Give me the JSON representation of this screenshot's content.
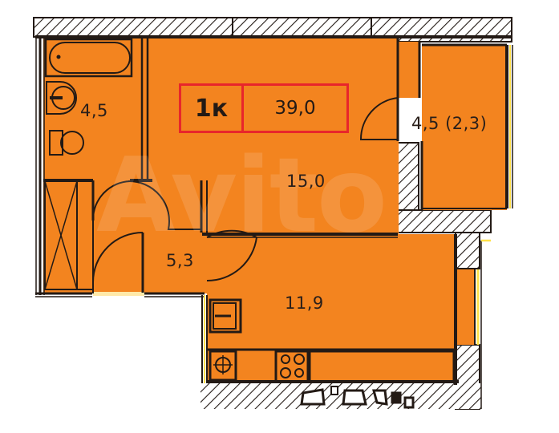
{
  "plan": {
    "rooms_label": "1к",
    "total_area": "39,0",
    "rooms": [
      {
        "name": "bathroom",
        "area": "4,5"
      },
      {
        "name": "living-room",
        "area": "15,0"
      },
      {
        "name": "balcony",
        "area": "4,5 (2,3)"
      },
      {
        "name": "hallway",
        "area": "5,3"
      },
      {
        "name": "kitchen",
        "area": "11,9"
      }
    ],
    "watermark": "Avito"
  },
  "colors": {
    "room_fill": "#f3841f",
    "wall": "#231a15",
    "badge_border": "#e8262b",
    "window": "#ffe14a",
    "background": "#ffffff"
  }
}
